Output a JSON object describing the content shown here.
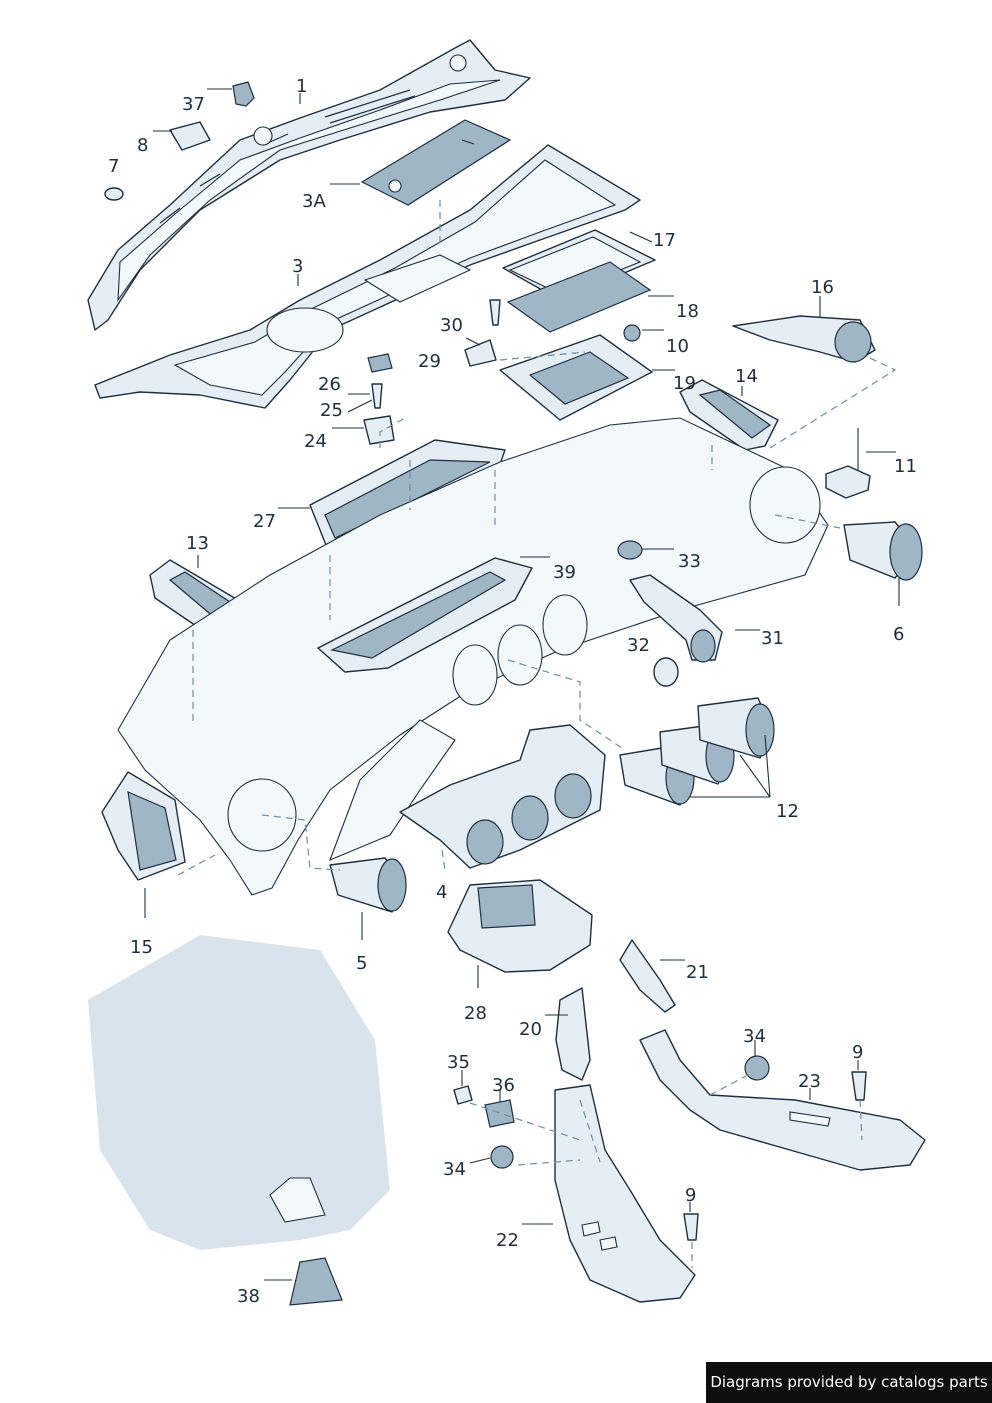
{
  "callouts": {
    "p1": "1",
    "p3": "3",
    "p3a": "3A",
    "p4": "4",
    "p5": "5",
    "p6": "6",
    "p7": "7",
    "p8": "8",
    "p9a": "9",
    "p9b": "9",
    "p10": "10",
    "p11": "11",
    "p12": "12",
    "p13": "13",
    "p14": "14",
    "p15": "15",
    "p16": "16",
    "p17": "17",
    "p18": "18",
    "p19": "19",
    "p20": "20",
    "p21": "21",
    "p22": "22",
    "p23": "23",
    "p24": "24",
    "p25": "25",
    "p26": "26",
    "p27": "27",
    "p28": "28",
    "p29": "29",
    "p30": "30",
    "p31": "31",
    "p32": "32",
    "p33": "33",
    "p34a": "34",
    "p34b": "34",
    "p35": "35",
    "p36": "36",
    "p37": "37",
    "p38": "38",
    "p39": "39"
  },
  "credit": "Diagrams provided by catalogs parts"
}
